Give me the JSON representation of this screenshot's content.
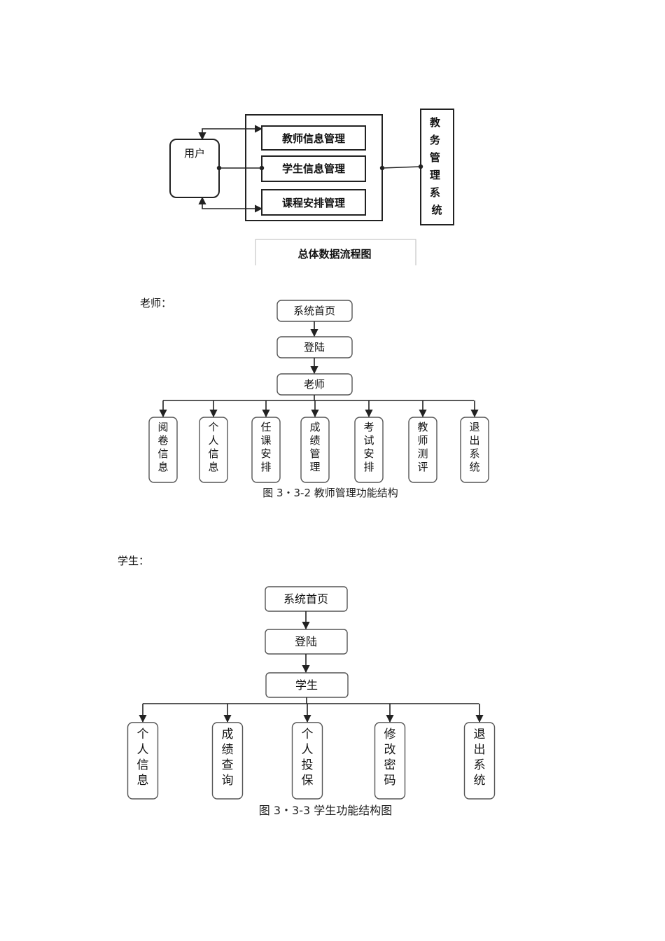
{
  "diagram1": {
    "user_label": "用户",
    "modules": [
      "教师信息管理",
      "学生信息管理",
      "课程安排管理"
    ],
    "system_label": "教务管理系统",
    "caption": "总体数据流程图"
  },
  "diagram2": {
    "section_label": "老师：",
    "chain": [
      "系统首页",
      "登陆",
      "老师"
    ],
    "leaves": [
      "阅卷信息",
      "个人信息",
      "任课安排",
      "成绩管理",
      "考试安排",
      "教师测评",
      "退出系统"
    ],
    "caption": "图 3・3-2 教师管理功能结构"
  },
  "diagram3": {
    "section_label": "学生：",
    "chain": [
      "系统首页",
      "登陆",
      "学生"
    ],
    "leaves": [
      "个人信息",
      "成绩查询",
      "个人投保",
      "修改密码",
      "退出系统"
    ],
    "caption": "图 3・3-3 学生功能结构图"
  }
}
